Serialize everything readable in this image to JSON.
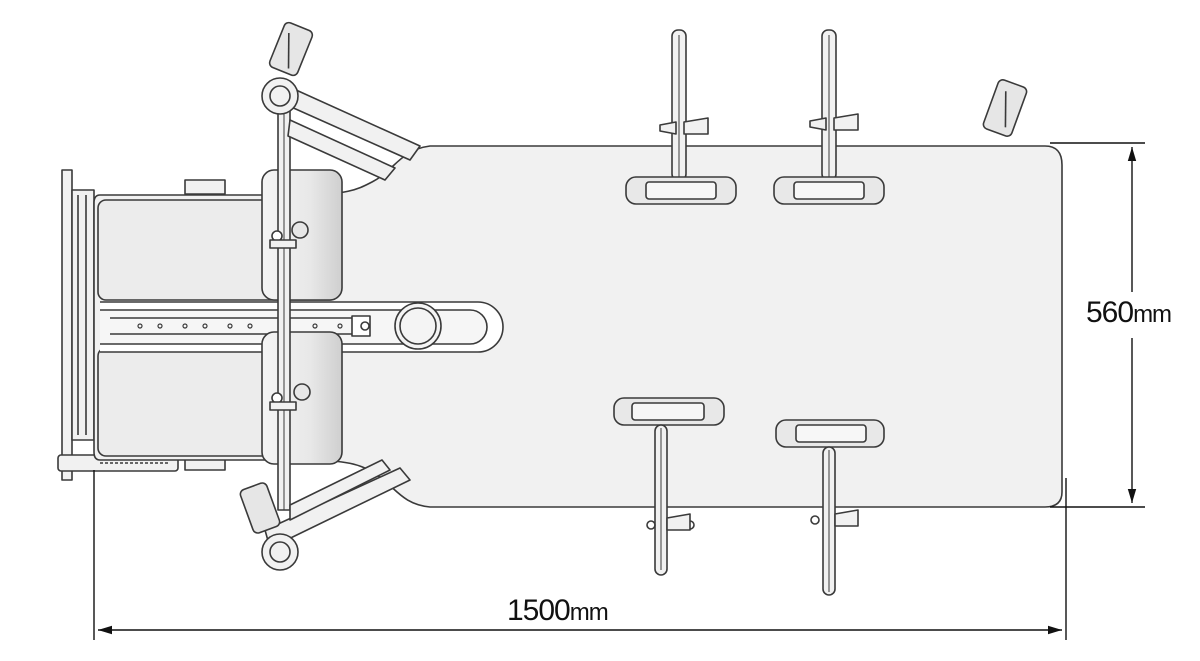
{
  "dimensions": {
    "width_value": "1500",
    "width_unit": "mm",
    "height_value": "560",
    "height_unit": "mm"
  },
  "colors": {
    "line": "#3a3a3a",
    "fill": "#f1f1f1",
    "fill_dark": "#e2e2e2",
    "background": "#ffffff"
  }
}
